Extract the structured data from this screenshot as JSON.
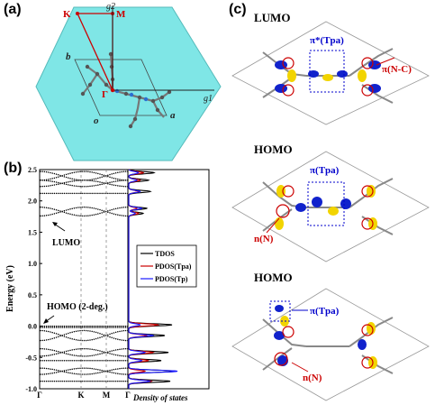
{
  "panel_a": {
    "label": "(a)",
    "k_label": "K",
    "m_label": "M",
    "g2_label": "g2",
    "g1_label": "g1",
    "gamma_label": "Γ",
    "b_label": "b",
    "a_label": "a",
    "o_label": "o"
  },
  "panel_b": {
    "label": "(b)",
    "lumo_label": "LUMO",
    "homo_label": "HOMO (2-deg.)",
    "xlabel_dos": "Density of states",
    "chart_data": {
      "type": "line",
      "ylabel": "Energy (eV)",
      "ylim": [
        -1.0,
        2.5
      ],
      "yticks": [
        "2.5",
        "2.0",
        "1.5",
        "1.0",
        "0.5",
        "0.0",
        "-0.5",
        "-1.0"
      ],
      "kpoints": [
        "Γ",
        "K",
        "M",
        "Γ"
      ],
      "bands": [
        {
          "name": "LUMO band",
          "values": [
            1.83,
            1.83,
            1.83,
            1.83
          ]
        },
        {
          "name": "HOMO band",
          "values": [
            0.0,
            0.0,
            0.0,
            0.0
          ]
        }
      ],
      "series": [
        {
          "name": "TDOS",
          "color": "#000000"
        },
        {
          "name": "PDOS(Tpa)",
          "color": "#cc0000"
        },
        {
          "name": "PDOS(Tp)",
          "color": "#1a1aff"
        }
      ]
    }
  },
  "panel_c": {
    "label": "(c)",
    "rows": [
      {
        "title": "LUMO",
        "ann1": "π*(Tpa)",
        "ann2": "π(N-C)"
      },
      {
        "title": "HOMO",
        "ann1": "π(Tpa)",
        "ann2": "n(N)"
      },
      {
        "title": "HOMO",
        "ann1": "π(Tpa)",
        "ann2": "n(N)"
      }
    ]
  },
  "colors": {
    "hexagon_fill": "#7fe6e6",
    "red": "#cc0000",
    "blue": "#0000cc",
    "orbital_blue": "#1122cc",
    "orbital_yellow": "#f2d400"
  }
}
